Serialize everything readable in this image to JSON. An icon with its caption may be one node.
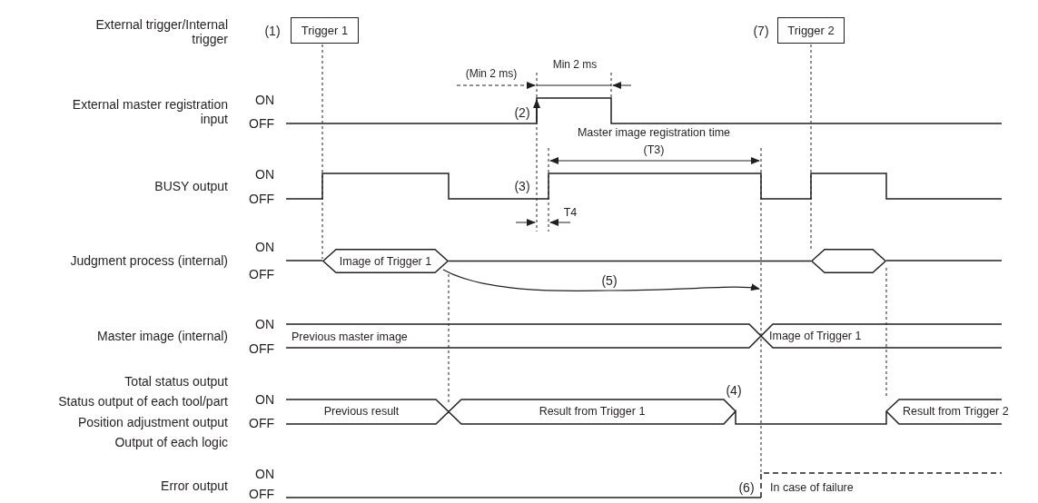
{
  "diagram": {
    "nodes": [
      {
        "text": [
          "Trigger 1"
        ],
        "beside": [
          "(1)"
        ]
      },
      {
        "text": [
          "Trigger 2"
        ],
        "beside": [
          "(7)"
        ]
      },
      {
        "text": [
          "Image of Trigger 1"
        ]
      },
      {
        "text": [],
        "shape": "hexagon"
      }
    ],
    "edges": [
      {
        "from": 2,
        "to": null,
        "arrow": "to",
        "label": "(5)"
      },
      {
        "from": 2,
        "to": 3,
        "arrow": "none"
      }
    ],
    "labels": [
      "External trigger/Internal trigger",
      "(Min 2 ms)",
      "Min 2 ms",
      "External master registration input",
      "ON",
      "OFF",
      "(2)",
      "Master image registration time",
      "(T3)",
      "BUSY output",
      "ON",
      "OFF",
      "(3)",
      "T4",
      "Judgment process (internal)",
      "ON",
      "OFF",
      "Master image (internal)",
      "ON",
      "OFF",
      "Previous master image",
      "Image of Trigger 1",
      "Total status output",
      "Status output of each tool/part",
      "ON",
      "Position adjustment output",
      "OFF",
      "Output of each logic",
      "(4)",
      "Previous result",
      "Result from Trigger 1",
      "Result from Trigger 2",
      "Error output",
      "ON",
      "OFF",
      "(6)",
      "In case of failure"
    ]
  }
}
